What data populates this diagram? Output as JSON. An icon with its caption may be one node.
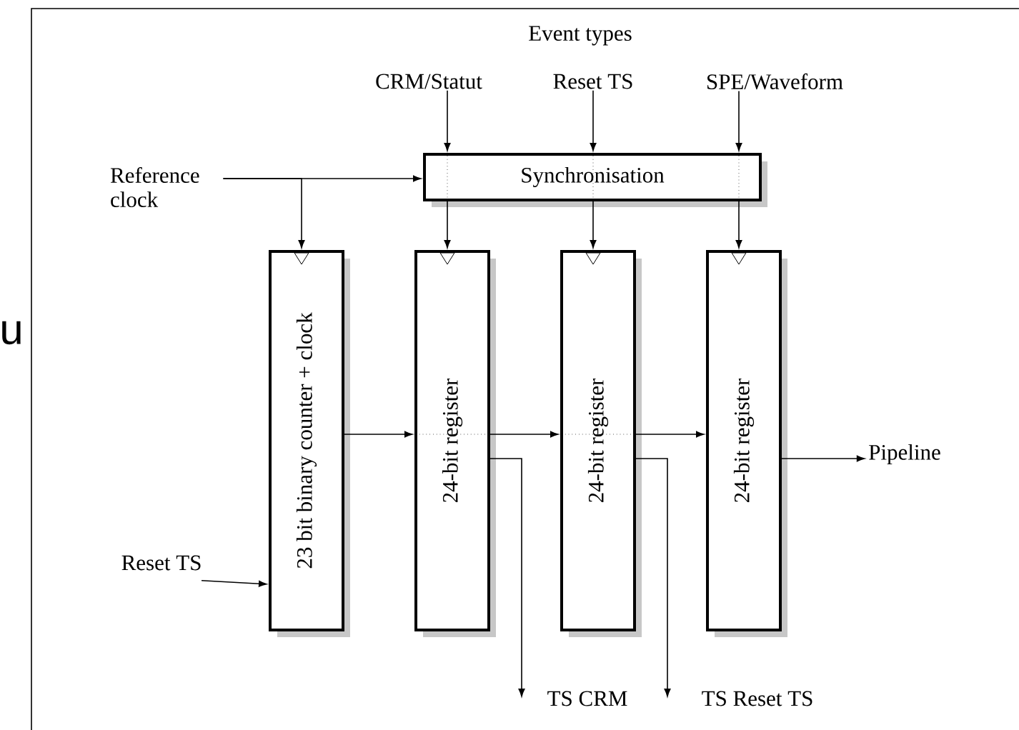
{
  "diagram": {
    "nodes": [
      {
        "text": [
          "Event types"
        ]
      },
      {
        "text": [
          "CRM/Statut"
        ]
      },
      {
        "text": [
          "Reset TS"
        ]
      },
      {
        "text": [
          "SPE/Waveform"
        ]
      },
      {
        "text": [
          "Synchronisation"
        ]
      },
      {
        "text": [
          "Reference clock"
        ]
      },
      {
        "text": [
          "23 bit binary counter + clock"
        ]
      },
      {
        "text": [
          "24-bit register"
        ]
      },
      {
        "text": [
          "24-bit register"
        ]
      },
      {
        "text": [
          "24-bit register"
        ]
      },
      {
        "text": [
          "Pipeline"
        ]
      },
      {
        "text": [
          "Reset TS"
        ]
      },
      {
        "text": [
          "TS CRM"
        ]
      },
      {
        "text": [
          "TS Reset TS"
        ]
      }
    ],
    "edges": [
      {
        "from": 1,
        "to": 4,
        "arrow": "to"
      },
      {
        "from": 2,
        "to": 4,
        "arrow": "to"
      },
      {
        "from": 3,
        "to": 4,
        "arrow": "to"
      },
      {
        "from": 5,
        "to": 4,
        "arrow": "to"
      },
      {
        "from": 5,
        "to": 6,
        "arrow": "to"
      },
      {
        "from": 4,
        "to": 7,
        "arrow": "to"
      },
      {
        "from": 4,
        "to": 8,
        "arrow": "to"
      },
      {
        "from": 4,
        "to": 9,
        "arrow": "to"
      },
      {
        "from": 6,
        "to": 7,
        "arrow": "to"
      },
      {
        "from": 7,
        "to": 8,
        "arrow": "to"
      },
      {
        "from": 8,
        "to": 9,
        "arrow": "to"
      },
      {
        "from": 9,
        "to": 10,
        "arrow": "to"
      },
      {
        "from": 11,
        "to": 6,
        "arrow": "to"
      },
      {
        "from": 7,
        "to": 12,
        "arrow": "to"
      },
      {
        "from": 8,
        "to": 13,
        "arrow": "to"
      }
    ],
    "labels": [
      "u"
    ]
  }
}
